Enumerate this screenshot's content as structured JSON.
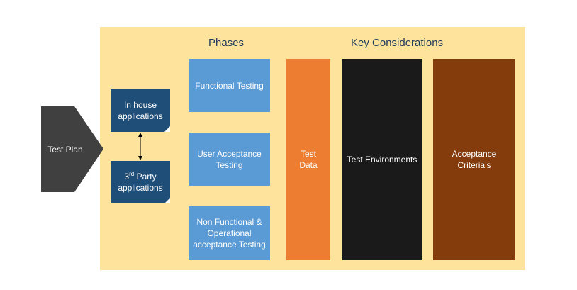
{
  "headings": {
    "phases": "Phases",
    "key_considerations": "Key Considerations"
  },
  "test_plan": {
    "label": "Test Plan"
  },
  "applications": {
    "in_house": "In house applications",
    "third_party_prefix": "3",
    "third_party_sup": "rd",
    "third_party_rest": " Party applications"
  },
  "phases": [
    "Functional Testing",
    "User Acceptance Testing",
    "Non Functional & Operational acceptance Testing"
  ],
  "considerations": {
    "test_data": "Test Data",
    "test_environments": "Test Environments",
    "acceptance_criteria": "Acceptance Criteria’s"
  },
  "colors": {
    "panel": "#fde39b",
    "phase": "#5b9bd5",
    "application": "#1f4e79",
    "test_plan": "#404040",
    "test_data": "#ed7d31",
    "test_environments": "#1a1a1a",
    "acceptance_criteria": "#843c0c"
  }
}
